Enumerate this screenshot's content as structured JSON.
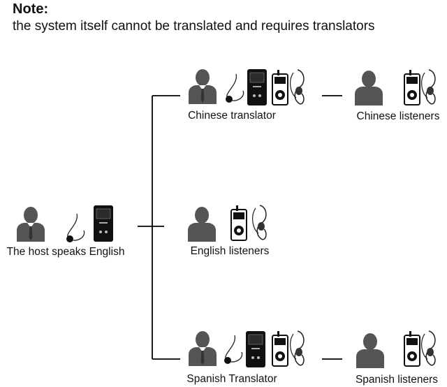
{
  "note": {
    "title": "Note:",
    "text": "the system itself cannot be translated and requires translators"
  },
  "nodes": {
    "host": {
      "label": "The host speaks English",
      "icons": [
        "person-icon",
        "transmitter-icon",
        "lapel-microphone-icon"
      ]
    },
    "chinese_translator": {
      "label": "Chinese translator",
      "icons": [
        "person-icon",
        "transmitter-icon",
        "receiver-icon",
        "earphone-icon"
      ]
    },
    "chinese_listeners": {
      "label": "Chinese listeners",
      "icons": [
        "person-icon",
        "receiver-icon",
        "earphone-icon"
      ]
    },
    "english_listeners": {
      "label": "English listeners",
      "icons": [
        "person-icon",
        "receiver-icon",
        "earphone-icon"
      ]
    },
    "spanish_translator": {
      "label": "Spanish Translator",
      "icons": [
        "person-icon",
        "transmitter-icon",
        "receiver-icon",
        "earphone-icon"
      ]
    },
    "spanish_listeners": {
      "label": "Spanish listeners",
      "icons": [
        "person-icon",
        "receiver-icon",
        "earphone-icon"
      ]
    }
  },
  "colors": {
    "person": "#555555",
    "device": "#111111",
    "line": "#000000"
  }
}
